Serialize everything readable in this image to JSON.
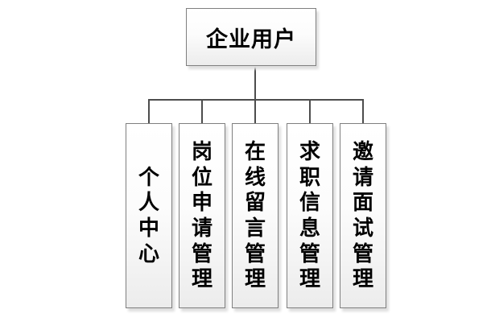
{
  "diagram": {
    "type": "org-chart",
    "root": {
      "label": "企业用户"
    },
    "children": [
      {
        "label": "个人中心"
      },
      {
        "label": "岗位申请管理"
      },
      {
        "label": "在线留言管理"
      },
      {
        "label": "求职信息管理"
      },
      {
        "label": "邀请面试管理"
      }
    ],
    "colors": {
      "background": "#ffffff",
      "box_border": "#7f7f7f",
      "box_fill_top": "#ffffff",
      "box_fill_bottom": "#ececec",
      "box_shadow": "#dedede",
      "connector": "#4d4d4d",
      "text": "#000000"
    }
  }
}
